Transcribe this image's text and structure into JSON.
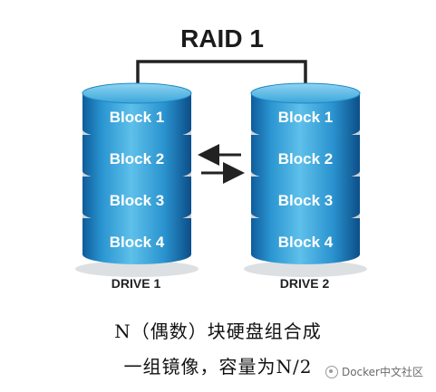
{
  "title": "RAID 1",
  "drives": [
    {
      "label": "DRIVE 1",
      "blocks": [
        "Block 1",
        "Block 2",
        "Block 3",
        "Block 4"
      ]
    },
    {
      "label": "DRIVE 2",
      "blocks": [
        "Block 1",
        "Block 2",
        "Block 3",
        "Block 4"
      ]
    }
  ],
  "caption": {
    "line1": "N（偶数）块硬盘组合成",
    "line2": "一组镜像，容量为N/2"
  },
  "watermark": "Docker中文社区",
  "colors": {
    "disk_light": "#4fb0de",
    "disk_mid": "#1a7fbf",
    "disk_dark": "#0d4f8a",
    "label_text": "#222222",
    "connector": "#222222"
  }
}
